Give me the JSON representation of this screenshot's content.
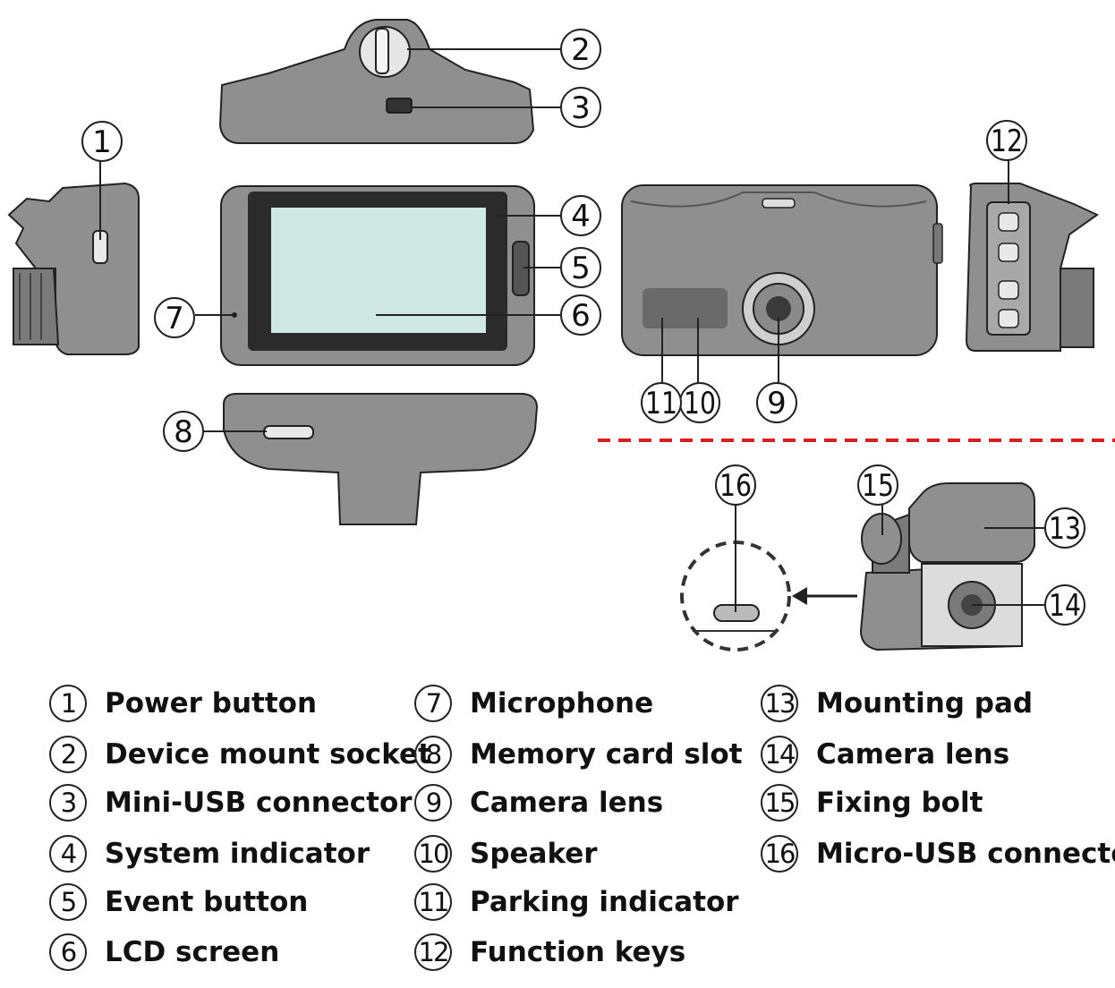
{
  "legend": [
    {
      "num": "1",
      "label": "Power button"
    },
    {
      "num": "2",
      "label": "Device mount socket"
    },
    {
      "num": "3",
      "label": "Mini-USB connector"
    },
    {
      "num": "4",
      "label": "System indicator"
    },
    {
      "num": "5",
      "label": "Event button"
    },
    {
      "num": "6",
      "label": "LCD screen"
    },
    {
      "num": "7",
      "label": "Microphone"
    },
    {
      "num": "8",
      "label": "Memory card slot"
    },
    {
      "num": "9",
      "label": "Camera lens"
    },
    {
      "num": "10",
      "label": "Speaker"
    },
    {
      "num": "11",
      "label": "Parking indicator"
    },
    {
      "num": "12",
      "label": "Function keys"
    },
    {
      "num": "13",
      "label": "Mounting pad"
    },
    {
      "num": "14",
      "label": "Camera lens"
    },
    {
      "num": "15",
      "label": "Fixing bolt"
    },
    {
      "num": "16",
      "label": "Micro-USB connector"
    }
  ],
  "colors": {
    "divider": "#d42020",
    "device_body": "#8f8f8f",
    "device_dark": "#6a6a6a",
    "screen": "#cfe8e2",
    "outline": "#222222"
  }
}
